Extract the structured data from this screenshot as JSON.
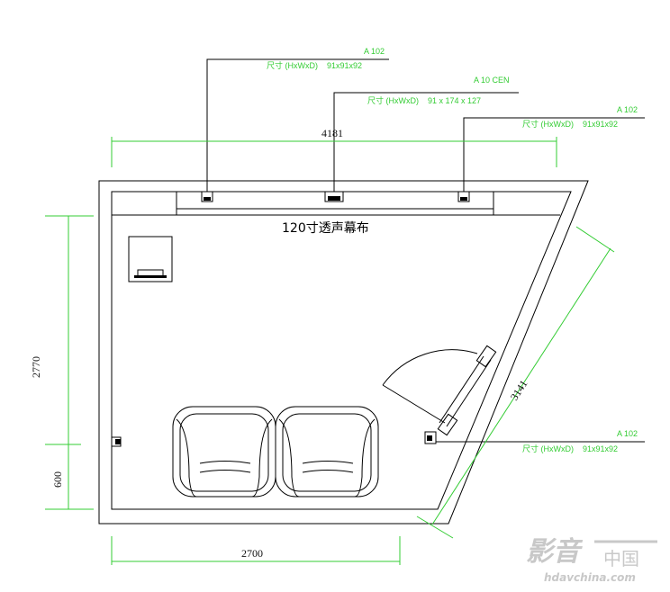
{
  "screen_label": "120寸透声幕布",
  "speakers": {
    "left": {
      "model": "A 102",
      "size": "尺寸 (HxWxD)    91x91x92"
    },
    "center": {
      "model": "A 10 CEN",
      "size": "尺寸 (HxWxD)    91 x 174 x 127"
    },
    "right": {
      "model": "A 102",
      "size": "尺寸 (HxWxD)    91x91x92"
    },
    "door": {
      "model": "A 102",
      "size": "尺寸 (HxWxD)    91x91x92"
    }
  },
  "dimensions": {
    "top_width": "4181",
    "left_height": "2770",
    "left_lower": "600",
    "bottom_width": "2700",
    "diagonal": "3141"
  },
  "watermark": {
    "logo": "影音",
    "logo_cn": "中国",
    "url": "hdavchina.com"
  },
  "colors": {
    "annotation": "#33cc33",
    "lines": "#000000",
    "watermark": "#c8c8c8"
  }
}
